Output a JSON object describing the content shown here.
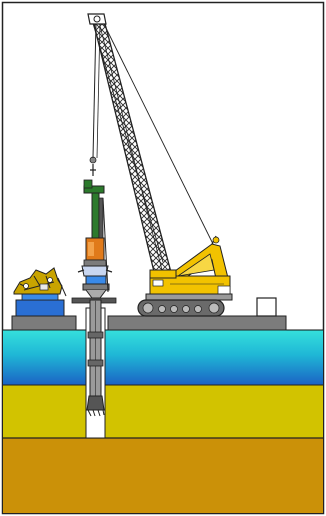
{
  "scene": {
    "colors": {
      "background": "#ffffff",
      "frame_border": "#222222",
      "water_top": "#2fd8d8",
      "water_bottom": "#1f78cc",
      "clay_layer": "#d4c400",
      "sand_layer": "#cc9000",
      "deck_plate": "#7c7c7c",
      "crane_body": "#f2c200",
      "crane_boom": "#3a3a3a",
      "track": "#6a6a6a",
      "tool_orange": "#e07a1a",
      "tool_green": "#2c7a2c",
      "casing": "#888888",
      "machine_blue": "#2a6fd4"
    },
    "elements": [
      "crawler-crane",
      "lattice-boom",
      "drilling-rig-mast",
      "casing-pipe",
      "work-platform",
      "support-unit",
      "water-layer",
      "clay-layer",
      "sand-layer",
      "square-marker"
    ]
  }
}
